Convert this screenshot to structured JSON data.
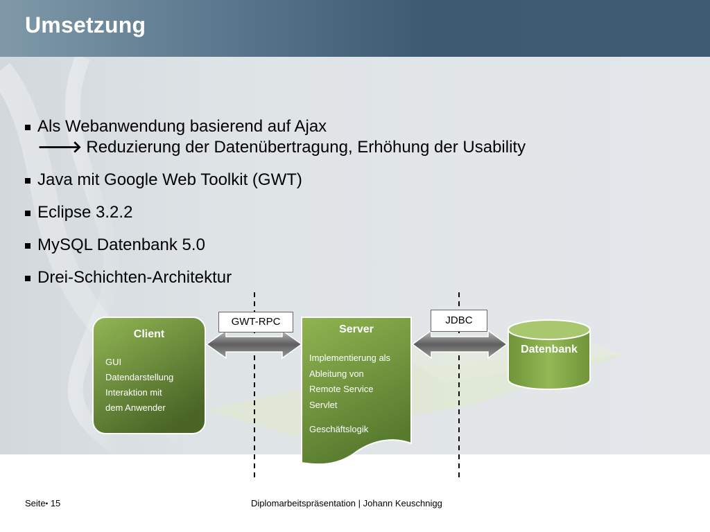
{
  "header": {
    "title": "Umsetzung"
  },
  "bullets": [
    {
      "text": "Als Webanwendung basierend auf Ajax",
      "sub": "Reduzierung der Datenübertragung, Erhöhung der Usability"
    },
    {
      "text": "Java mit Google Web Toolkit (GWT)"
    },
    {
      "text": "Eclipse 3.2.2"
    },
    {
      "text": "MySQL Datenbank 5.0"
    },
    {
      "text": "Drei-Schichten-Architektur"
    }
  ],
  "diagram": {
    "client": {
      "title": "Client",
      "lines": [
        "GUI",
        "Datendarstellung",
        "Interaktion mit",
        "dem Anwender"
      ]
    },
    "server": {
      "title": "Server",
      "lines": [
        "Implementierung als",
        "Ableitung von",
        "Remote Service",
        "Servlet"
      ],
      "extra": "Geschäftslogik"
    },
    "database": {
      "title": "Datenbank"
    },
    "protocol_left": "GWT-RPC",
    "protocol_right": "JDBC",
    "colors": {
      "green_light": "#8db04f",
      "green_dark": "#4f6b2a",
      "arrow_gray": "#6f6f6f"
    }
  },
  "footer": {
    "page_label": "Seite",
    "page_number": "15",
    "center": "Diplomarbeitspräsentation | Johann Keuschnigg"
  },
  "icons": {
    "bullet": "square-bullet-icon",
    "arrow": "right-arrow-icon"
  }
}
